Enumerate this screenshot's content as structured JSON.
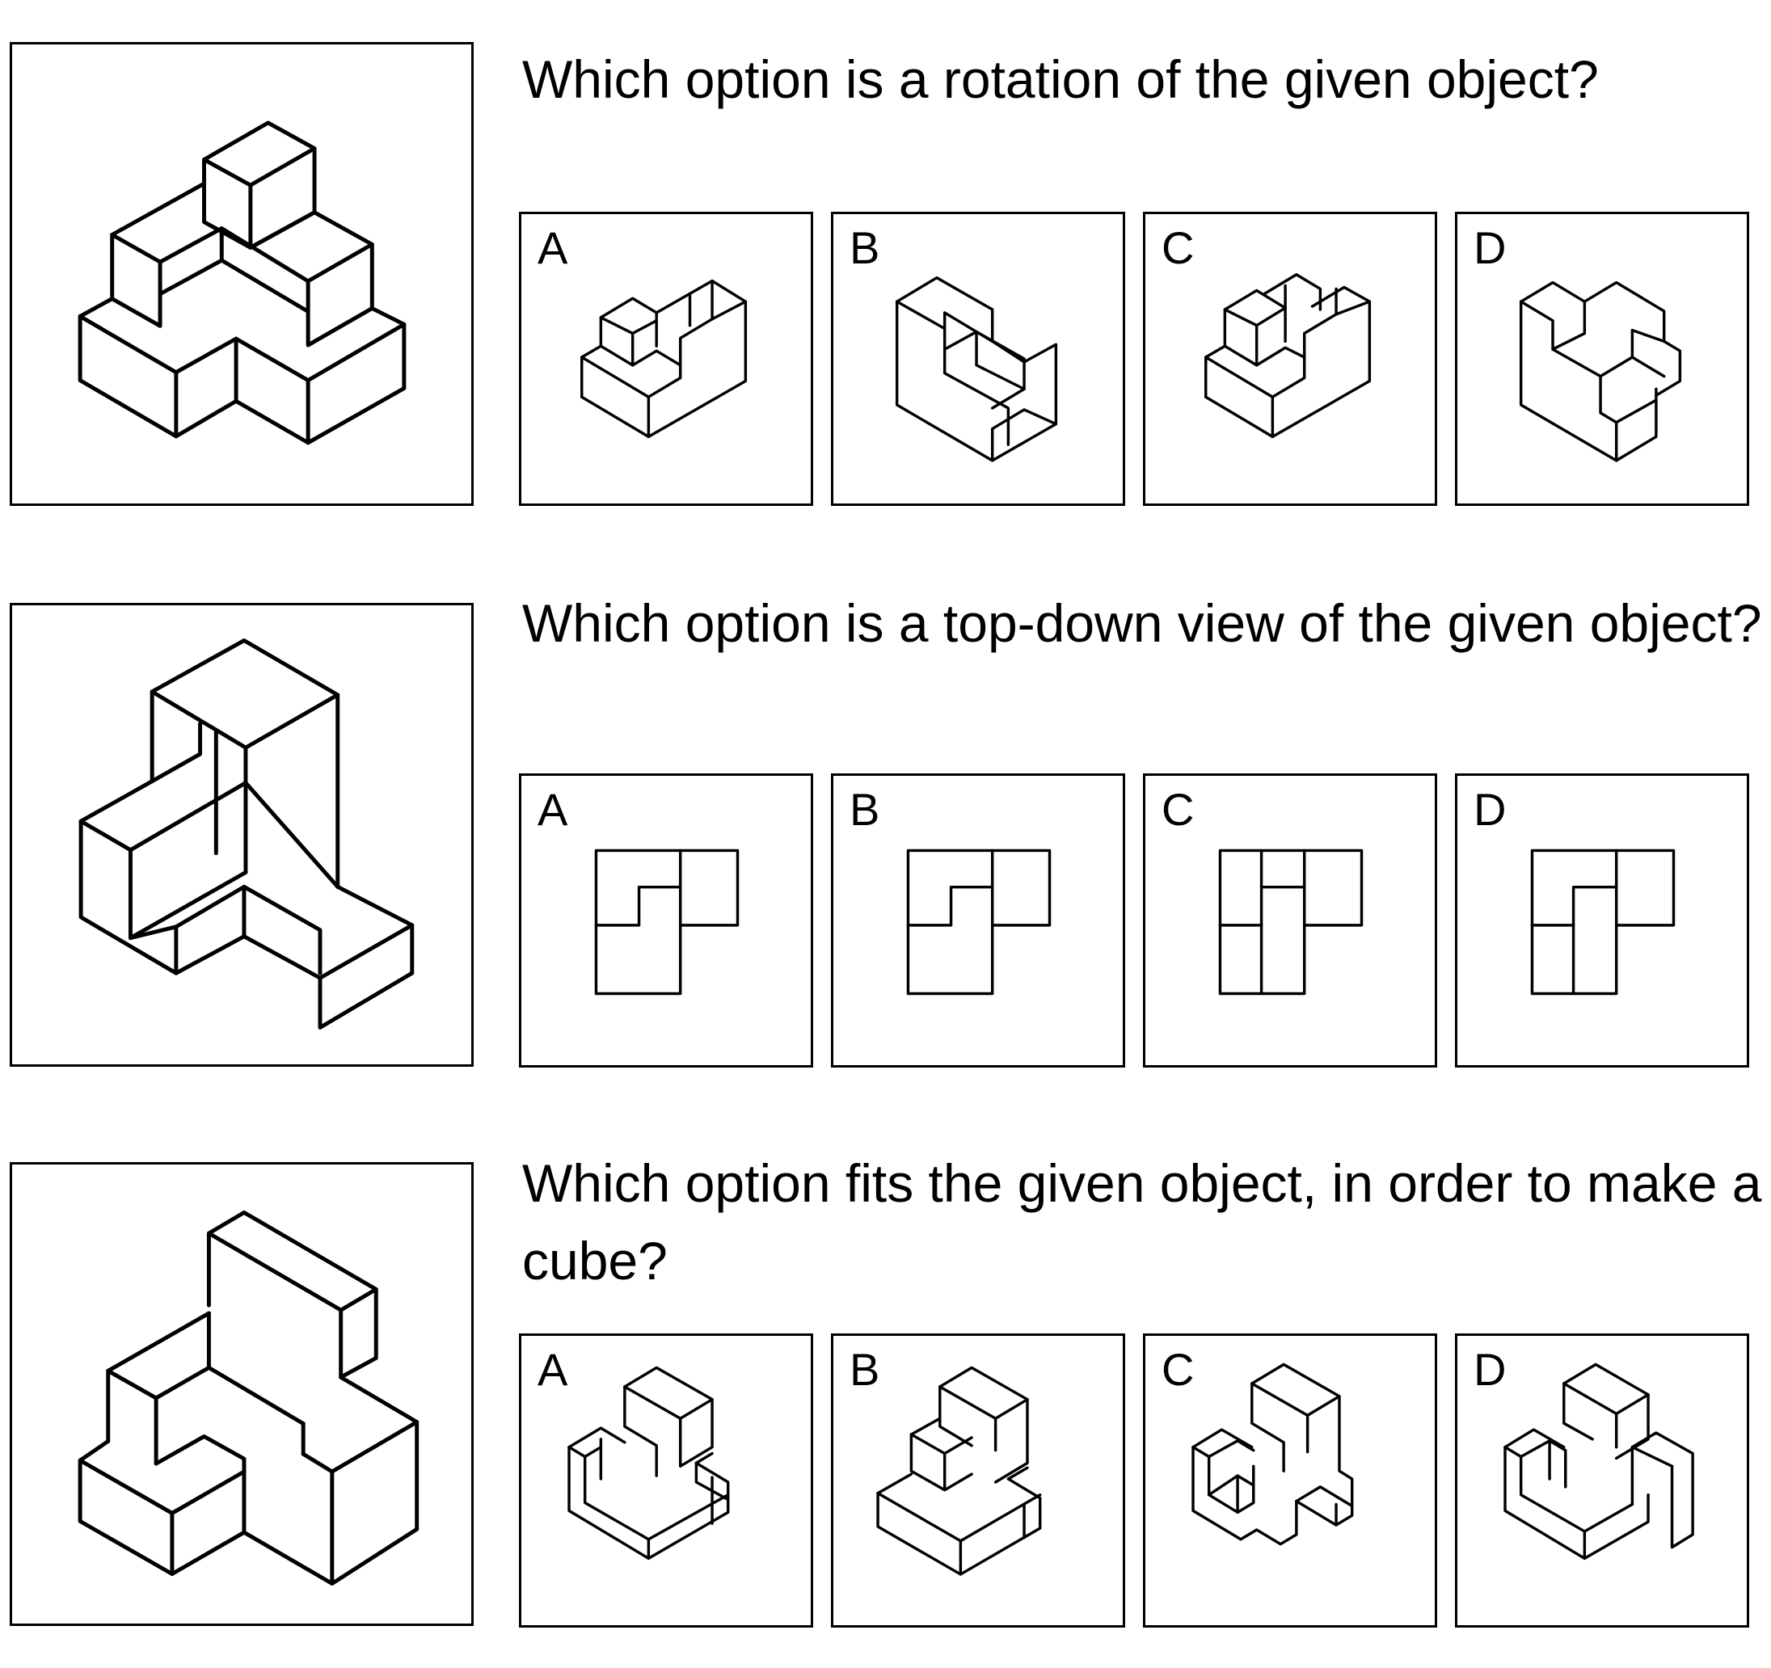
{
  "questions": [
    {
      "text": "Which option is a rotation of the given object?",
      "options": [
        {
          "label": "A",
          "figure": "isometric-block-figure"
        },
        {
          "label": "B",
          "figure": "isometric-block-figure"
        },
        {
          "label": "C",
          "figure": "isometric-block-figure"
        },
        {
          "label": "D",
          "figure": "isometric-block-figure"
        }
      ]
    },
    {
      "text": "Which option is a top-down view of the given object?",
      "options": [
        {
          "label": "A",
          "figure": "top-down-outline"
        },
        {
          "label": "B",
          "figure": "top-down-outline"
        },
        {
          "label": "C",
          "figure": "top-down-outline"
        },
        {
          "label": "D",
          "figure": "top-down-outline"
        }
      ]
    },
    {
      "text": "Which option fits the given object, in order to make a cube?",
      "options": [
        {
          "label": "A",
          "figure": "isometric-block-figure"
        },
        {
          "label": "B",
          "figure": "isometric-block-figure"
        },
        {
          "label": "C",
          "figure": "isometric-block-figure"
        },
        {
          "label": "D",
          "figure": "isometric-block-figure"
        }
      ]
    }
  ]
}
